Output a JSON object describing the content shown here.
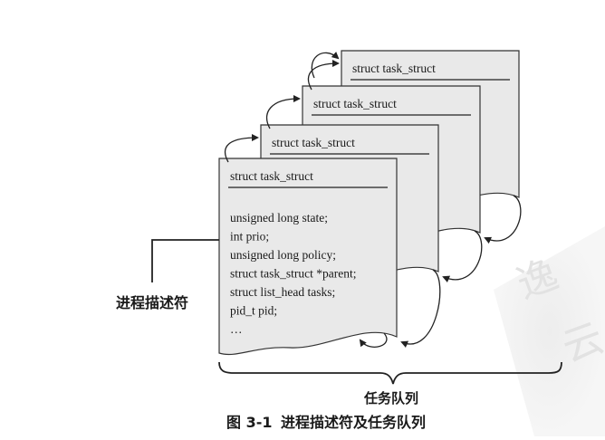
{
  "diagram": {
    "cards": [
      {
        "title": "struct task_struct"
      },
      {
        "title": "struct task_struct"
      },
      {
        "title": "struct task_struct"
      },
      {
        "title": "struct task_struct"
      }
    ],
    "front_fields": [
      "unsigned long state;",
      "int prio;",
      "unsigned long policy;",
      "struct task_struct *parent;",
      "struct list_head tasks;",
      "pid_t pid;",
      "…"
    ],
    "pointer_label": "进程描述符",
    "brace_label": "任务队列",
    "caption_number": "图 3-1",
    "caption_text": "进程描述符及任务队列",
    "watermark": {
      "glyphs": [
        "逸",
        "云"
      ],
      "color": "#e6e6e6"
    },
    "colors": {
      "card_fill": "#e9e9e9",
      "card_stroke": "#333333",
      "text": "#1a1a1a",
      "arrow": "#222222"
    }
  }
}
